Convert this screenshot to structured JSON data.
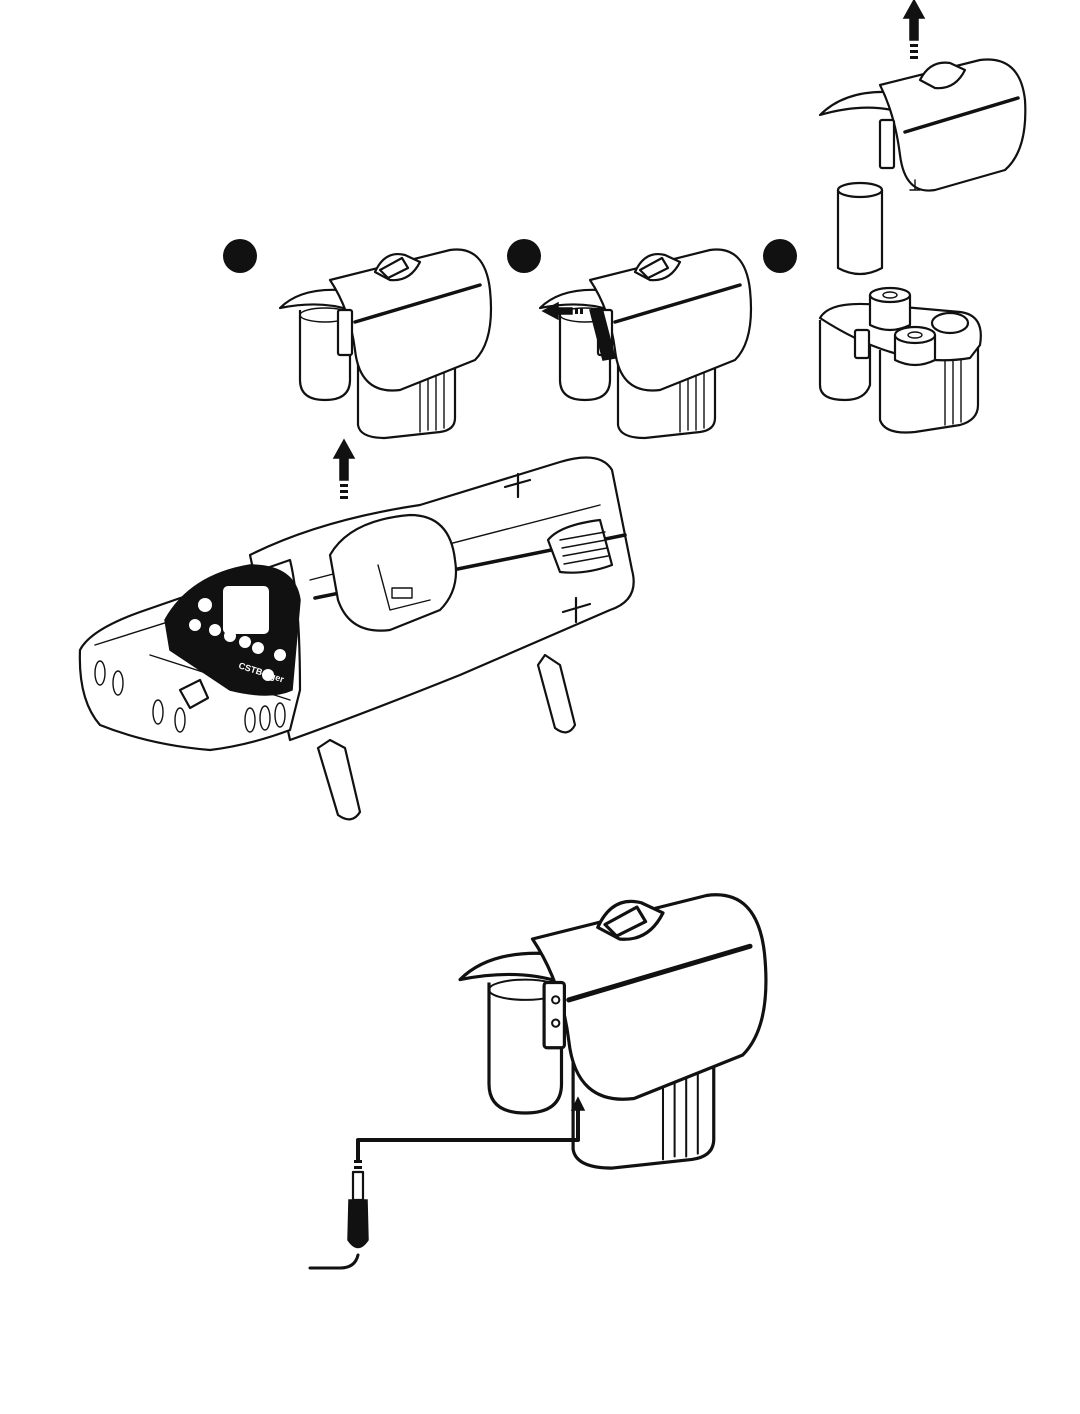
{
  "figure": {
    "brand_text": "CSTBerger",
    "steps": [
      {
        "marker": "filled-circle",
        "action": "lift-battery-pack"
      },
      {
        "marker": "filled-circle",
        "action": "slide-latch-left"
      },
      {
        "marker": "filled-circle",
        "action": "open-lid-replace-cells"
      }
    ],
    "colors": {
      "line": "#111111",
      "background": "#ffffff",
      "panel": "#111111"
    }
  }
}
